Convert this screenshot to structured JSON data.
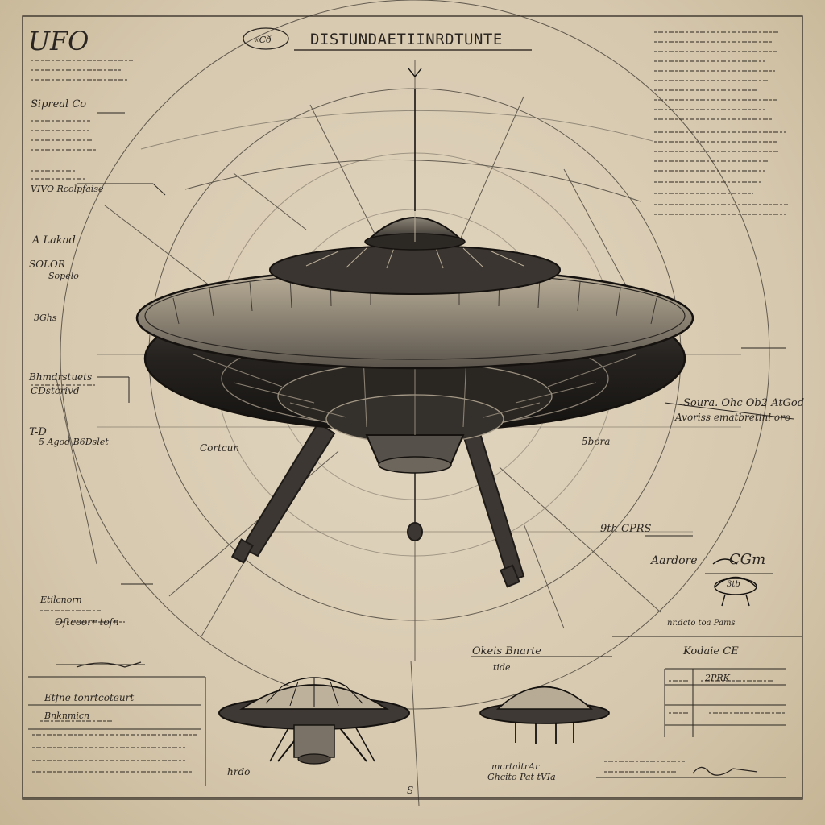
{
  "title_block": {
    "heading": "UFO",
    "caption": "DISTUNDAETIINRDTUNTE",
    "stamp": "«Cð"
  },
  "labels": {
    "side_left_1": "Sipreal Co",
    "side_left_2": "VIVO Rcolpfaise",
    "side_left_3": "A Lakad",
    "side_left_4": "SOLOR",
    "side_left_5": "Sopelo",
    "dim_left": "3Ghs",
    "side_left_6": "Bhmdrstuets",
    "side_left_7": "CDstcrivd",
    "side_left_8": "T-D",
    "side_left_9": "5 Agod B6Dslet",
    "leg_left": "Cortcun",
    "leg_right": "5bora",
    "right_callout_1": "Soura. Ohc Ob2 AtGod",
    "right_callout_2": "Avoriss ematbretinl oro",
    "right_callout_3": "9th CPRS",
    "right_callout_4": "Aardore",
    "right_callout_5": "CGm",
    "right_callout_6": "3tb",
    "lower_left_1": "Etilcnorn",
    "lower_left_2": "Oftcoorr tofn",
    "small_view_label": "Okeis Bnarte",
    "small_view_note": "tide",
    "footer_left": "Etfne tonrtcoteurt",
    "footer_left_2": "Bnknmicn",
    "footer_center": "hrdo",
    "table_heading": "Kodaie CE",
    "table_row": "2PRK",
    "sign_label": "mcrtaltrAr",
    "sign_label_2": "Ghcito Pat tVIa",
    "right_bottom_note": "nr.dcto toa Pams",
    "page_num": "S"
  },
  "chart_data": {
    "type": "table",
    "objects": [
      "main saucer elevation",
      "small front elevation (left)",
      "small side elevation (right)"
    ]
  }
}
